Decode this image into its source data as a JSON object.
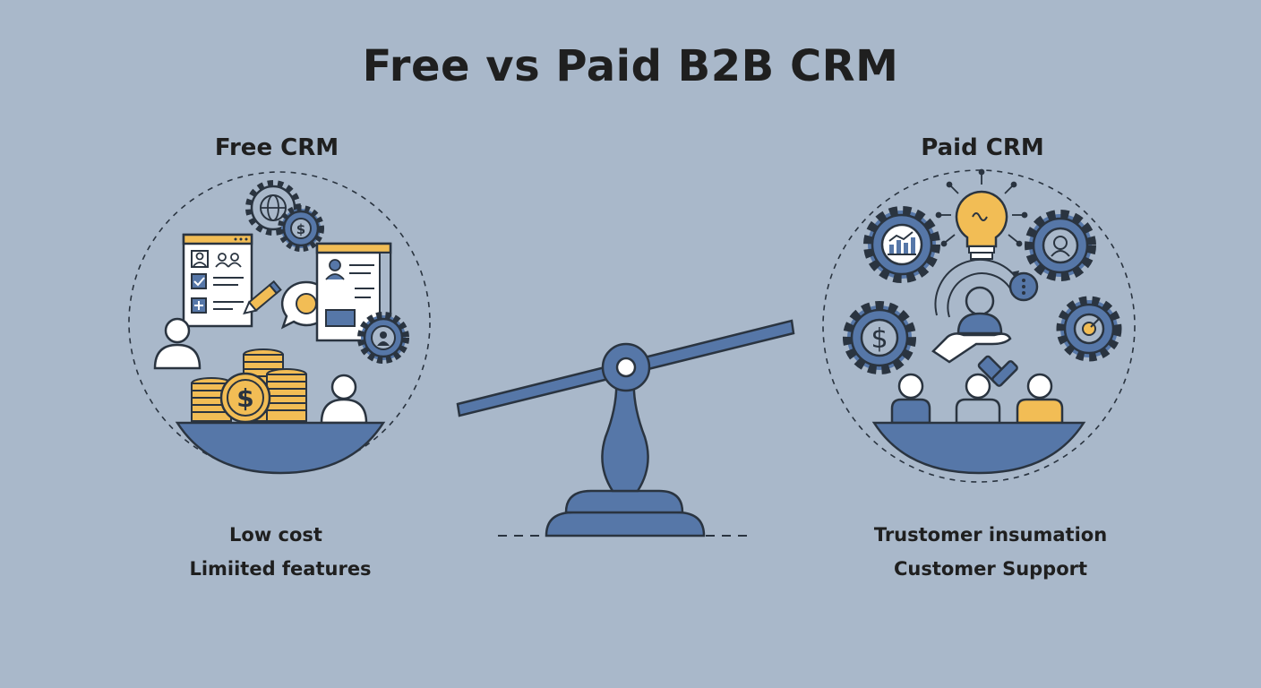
{
  "title": "Free vs Paid B2B CRM",
  "free": {
    "title": "Free CRM",
    "features": [
      "Low cost",
      "Limiited features"
    ],
    "icons": [
      "gear-globe-icon",
      "gear-dollar-icon",
      "profile-card-icon",
      "checklist-icon",
      "pencil-icon",
      "chat-bubble-icon",
      "document-icon",
      "gear-user-icon",
      "user-icon",
      "coin-stack-icon",
      "dollar-coin-icon"
    ]
  },
  "paid": {
    "title": "Paid CRM",
    "features": [
      "Trustomer insumation",
      "Customer Support"
    ],
    "icons": [
      "lightbulb-icon",
      "gear-chart-icon",
      "gear-face-icon",
      "gear-dollar-icon",
      "gear-target-icon",
      "support-agent-icon",
      "handshake-icon",
      "team-icon"
    ]
  },
  "colors": {
    "background": "#a9b8ca",
    "primary_blue": "#5677a8",
    "dark_stroke": "#2a3440",
    "accent_gold": "#f2bd55",
    "text": "#1f1f1f"
  }
}
